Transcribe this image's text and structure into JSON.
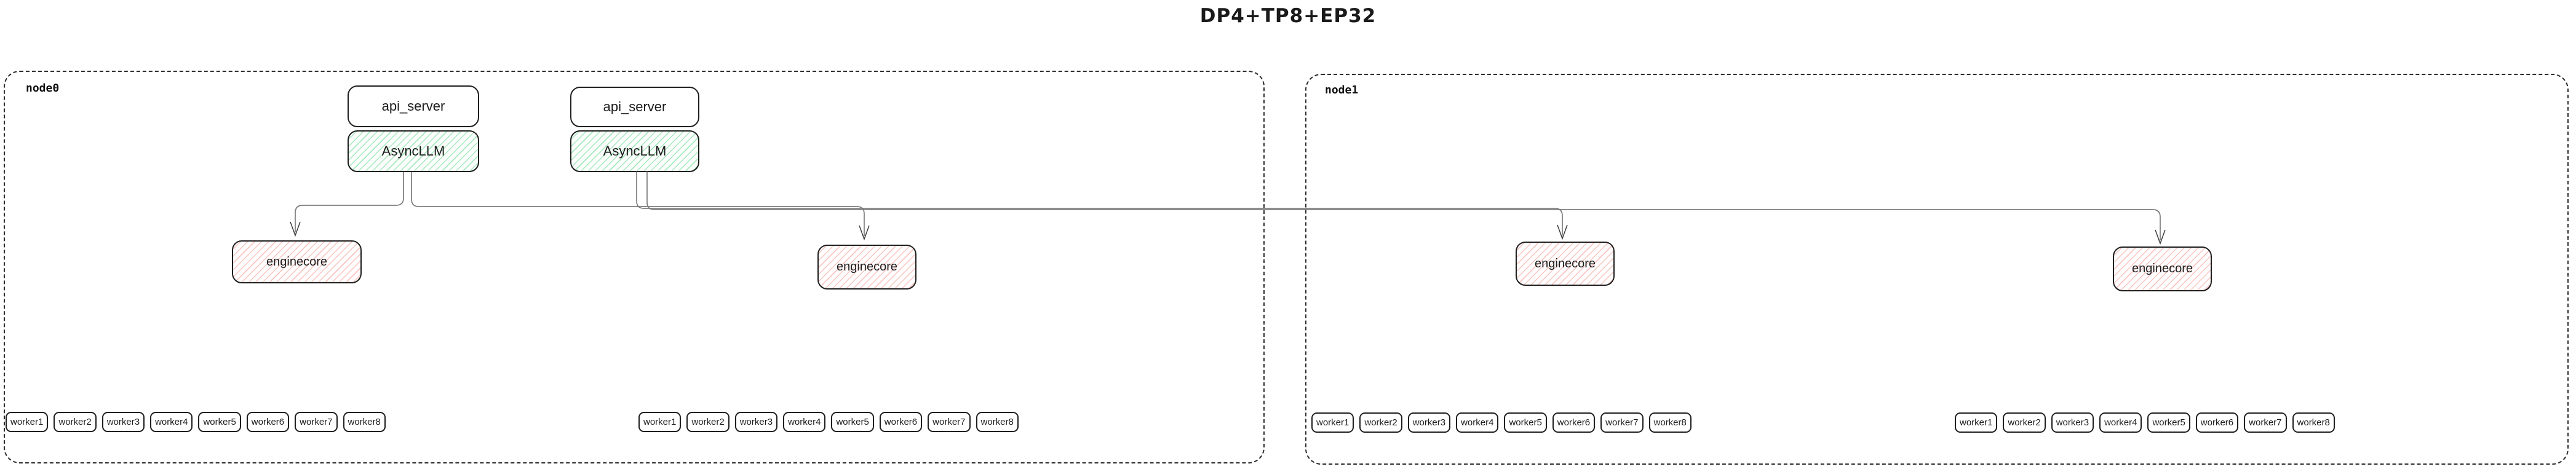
{
  "title": "DP4+TP8+EP32",
  "nodes": [
    {
      "label": "node0",
      "api_stacks": [
        {
          "api_server_label": "api_server",
          "async_llm_label": "AsyncLLM"
        },
        {
          "api_server_label": "api_server",
          "async_llm_label": "AsyncLLM"
        }
      ],
      "enginecores": [
        {
          "label": "enginecore"
        },
        {
          "label": "enginecore"
        }
      ],
      "worker_groups": [
        {
          "workers": [
            "worker1",
            "worker2",
            "worker3",
            "worker4",
            "worker5",
            "worker6",
            "worker7",
            "worker8"
          ]
        },
        {
          "workers": [
            "worker1",
            "worker2",
            "worker3",
            "worker4",
            "worker5",
            "worker6",
            "worker7",
            "worker8"
          ]
        }
      ]
    },
    {
      "label": "node1",
      "enginecores": [
        {
          "label": "enginecore"
        },
        {
          "label": "enginecore"
        }
      ],
      "worker_groups": [
        {
          "workers": [
            "worker1",
            "worker2",
            "worker3",
            "worker4",
            "worker5",
            "worker6",
            "worker7",
            "worker8"
          ]
        },
        {
          "workers": [
            "worker1",
            "worker2",
            "worker3",
            "worker4",
            "worker5",
            "worker6",
            "worker7",
            "worker8"
          ]
        }
      ]
    }
  ],
  "colors": {
    "async_llm_hatch": "#60d68c",
    "enginecore_hatch": "#ee8278",
    "box_border": "#1f1f1f",
    "node_border": "#2e2e2e",
    "connector": "#7d7d7d",
    "arrowhead": "#3a3a3a",
    "text": "#1c1c1c",
    "background": "#ffffff"
  }
}
